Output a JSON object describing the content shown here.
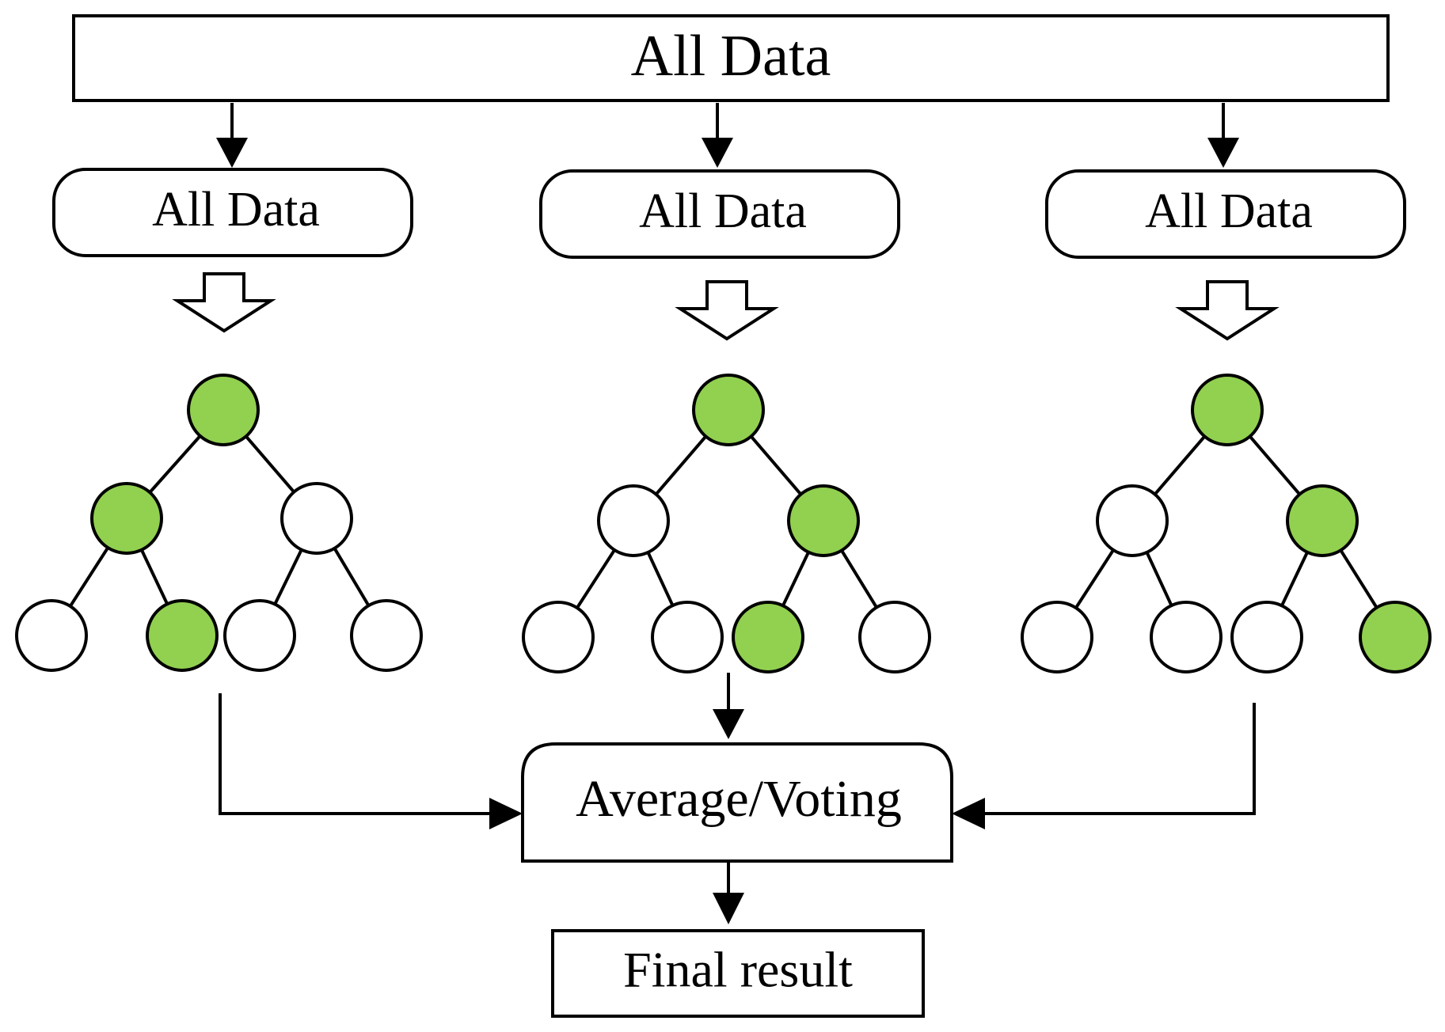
{
  "top_box": {
    "label": "All Data"
  },
  "subsets": [
    {
      "label": "All Data"
    },
    {
      "label": "All Data"
    },
    {
      "label": "All Data"
    }
  ],
  "trees": [
    {
      "highlighted": [
        "root",
        "l",
        "lr"
      ]
    },
    {
      "highlighted": [
        "root",
        "r",
        "rl"
      ]
    },
    {
      "highlighted": [
        "root",
        "r",
        "rr"
      ]
    }
  ],
  "aggregate_box": {
    "label": "Average/Voting"
  },
  "final_box": {
    "label": "Final result"
  },
  "colors": {
    "highlight": "#92D050",
    "node_default": "#FFFFFF",
    "stroke": "#000000"
  }
}
